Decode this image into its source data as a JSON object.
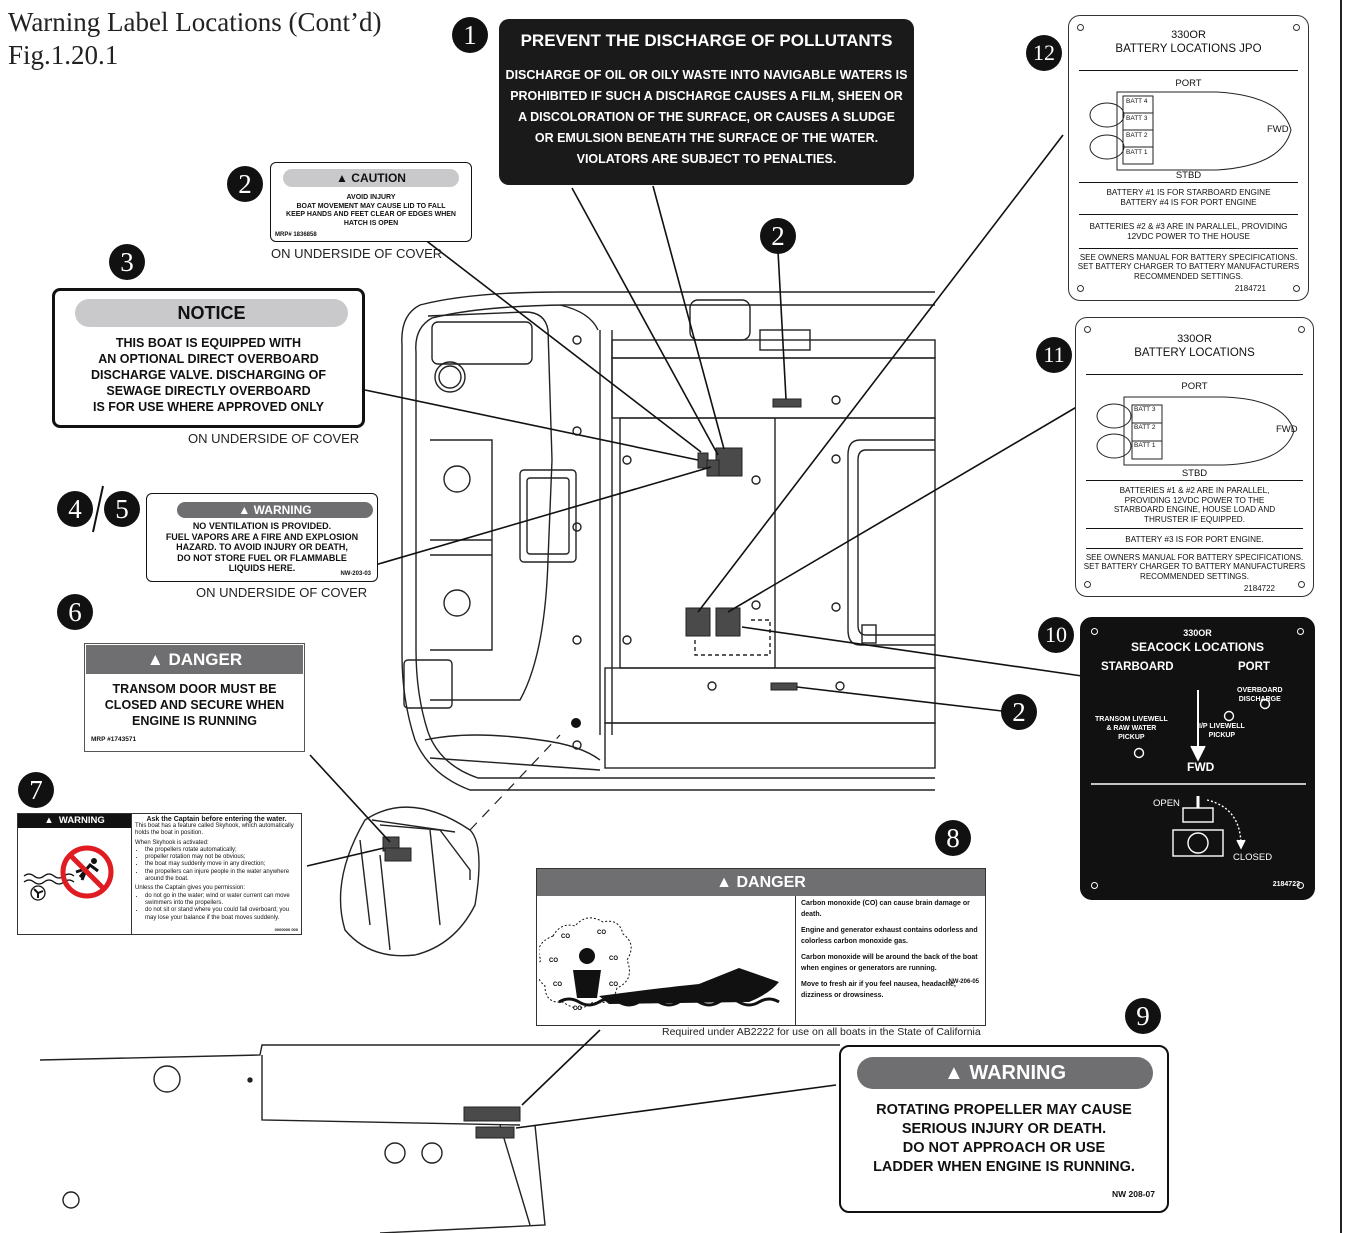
{
  "title": {
    "line1": "Warning Label Locations (Cont’d)",
    "line2": "Fig.1.20.1"
  },
  "callouts": {
    "n1": "1",
    "n2a": "2",
    "n2b": "2",
    "n2c": "2",
    "n3": "3",
    "n4": "4",
    "n5": "5",
    "n6": "6",
    "n7": "7",
    "n8": "8",
    "n9": "9",
    "n10": "10",
    "n11": "11",
    "n12": "12"
  },
  "captions": {
    "underside1": "ON UNDERSIDE OF COVER",
    "underside2": "ON UNDERSIDE OF COVER",
    "underside3": "ON UNDERSIDE OF COVER",
    "ab2222": "Required under AB2222 for use on all boats in the State of California"
  },
  "label1": {
    "heading": "PREVENT THE DISCHARGE OF POLLUTANTS",
    "lines": [
      "DISCHARGE OF OIL OR OILY WASTE INTO NAVIGABLE WATERS IS",
      "PROHIBITED IF SUCH A DISCHARGE CAUSES A FILM, SHEEN OR",
      "A DISCOLORATION OF THE SURFACE, OR CAUSES A SLUDGE",
      "OR EMULSION BENEATH THE SURFACE OF THE WATER.",
      "VIOLATORS ARE SUBJECT TO PENALTIES."
    ]
  },
  "label2": {
    "heading": "CAUTION",
    "lines": [
      "AVOID INJURY",
      "BOAT MOVEMENT MAY CAUSE LID TO FALL",
      "KEEP HANDS AND FEET CLEAR OF EDGES WHEN",
      "HATCH IS OPEN"
    ],
    "ref": "MRP# 1836858"
  },
  "label3": {
    "heading": "NOTICE",
    "lines": [
      "THIS BOAT IS EQUIPPED WITH",
      "AN OPTIONAL DIRECT OVERBOARD",
      "DISCHARGE VALVE. DISCHARGING OF",
      "SEWAGE DIRECTLY OVERBOARD",
      "IS FOR USE WHERE APPROVED ONLY"
    ]
  },
  "label45": {
    "heading": "WARNING",
    "lines": [
      "NO VENTILATION IS PROVIDED.",
      "FUEL VAPORS ARE A FIRE AND EXPLOSION",
      "HAZARD. TO AVOID INJURY OR DEATH,",
      "DO NOT STORE FUEL OR FLAMMABLE",
      "LIQUIDS HERE."
    ],
    "ref": "NW-203-03"
  },
  "label6": {
    "heading": "DANGER",
    "lines": [
      "TRANSOM DOOR MUST BE",
      "CLOSED AND SECURE WHEN",
      "ENGINE IS RUNNING"
    ],
    "ref": "MRP #1743571"
  },
  "label7": {
    "heading": "WARNING",
    "title": "Ask the Captain before entering the water.",
    "p1": "This boat has a feature called Skyhook, which automatically holds the boat in position.",
    "p2": "When Skyhook is activated:",
    "b1": [
      "the propellers rotate automatically;",
      "propeller rotation may not be obvious;",
      "the boat may suddenly move in any direction;",
      "the propellers can injure people in the water anywhere around the boat."
    ],
    "p3": "Unless the Captain gives you permission:",
    "b2": [
      "do not go in the water; wind or water current can move swimmers into the propellers.",
      "do not sit or stand where you could fall overboard; you may lose your balance if the boat moves suddenly."
    ],
    "ref": "0000000 000"
  },
  "label8": {
    "heading": "DANGER",
    "lines": [
      "Carbon monoxide (CO) can cause brain damage or death.",
      "Engine and generator exhaust contains odorless and colorless carbon monoxide gas.",
      "Carbon monoxide will be around the back of the boat when engines or generators are running.",
      "Move to fresh air if you feel nausea, headache, dizziness or drowsiness."
    ],
    "ref": "NW-206-05",
    "co": "CO"
  },
  "label9": {
    "heading": "WARNING",
    "lines": [
      "ROTATING PROPELLER MAY CAUSE",
      "SERIOUS INJURY OR DEATH.",
      "DO NOT APPROACH OR USE",
      "LADDER WHEN ENGINE IS RUNNING."
    ],
    "ref": "NW 208-07"
  },
  "label10": {
    "model": "330OR",
    "title": "SEACOCK LOCATIONS",
    "starboard": "STARBOARD",
    "port": "PORT",
    "overboard": [
      "OVERBOARD",
      "DISCHARGE"
    ],
    "transom": [
      "TRANSOM LIVEWELL",
      "& RAW WATER",
      "PICKUP"
    ],
    "ip": [
      "I/P LIVEWELL",
      "PICKUP"
    ],
    "fwd": "FWD",
    "open": "OPEN",
    "closed": "CLOSED",
    "ref": "2184723"
  },
  "label11": {
    "model": "330OR",
    "title": "BATTERY LOCATIONS",
    "port": "PORT",
    "stbd": "STBD",
    "fwd": "FWD",
    "batts": [
      "BATT 3",
      "BATT 2",
      "BATT 1"
    ],
    "p1": [
      "BATTERIES #1 & #2 ARE IN PARALLEL,",
      "PROVIDING 12VDC POWER TO THE",
      "STARBOARD ENGINE, HOUSE LOAD AND",
      "THRUSTER IF EQUIPPED."
    ],
    "p2": "BATTERY #3 IS FOR PORT ENGINE.",
    "p3": [
      "SEE OWNERS MANUAL FOR BATTERY SPECIFICATIONS.",
      "SET BATTERY CHARGER TO BATTERY MANUFACTURERS",
      "RECOMMENDED SETTINGS."
    ],
    "ref": "2184722"
  },
  "label12": {
    "model": "330OR",
    "title": "BATTERY LOCATIONS JPO",
    "port": "PORT",
    "stbd": "STBD",
    "fwd": "FWD",
    "batts": [
      "BATT 4",
      "BATT 3",
      "BATT 2",
      "BATT 1"
    ],
    "p1": [
      "BATTERY #1 IS FOR STARBOARD ENGINE",
      "BATTERY #4 IS FOR PORT ENGINE"
    ],
    "p2": [
      "BATTERIES #2 & #3 ARE IN PARALLEL, PROVIDING",
      "12VDC POWER TO THE HOUSE"
    ],
    "p3": [
      "SEE OWNERS MANUAL FOR BATTERY SPECIFICATIONS.",
      "SET BATTERY CHARGER TO BATTERY MANUFACTURERS",
      "RECOMMENDED SETTINGS."
    ],
    "ref": "2184721"
  }
}
